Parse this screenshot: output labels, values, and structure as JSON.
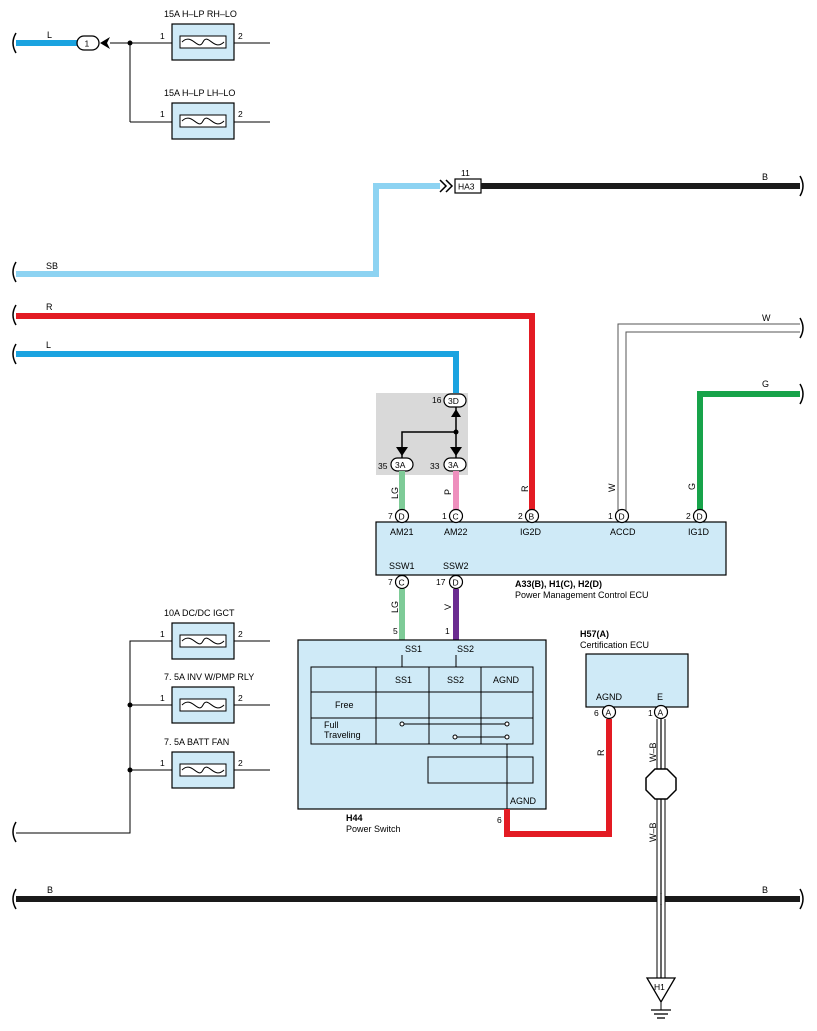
{
  "colors": {
    "L": "#1aa3e0",
    "SB": "#8dd3f2",
    "R": "#e31b23",
    "B": "#1a1a1a",
    "W": "#ffffff",
    "G": "#17a34a",
    "LG": "#7ecb97",
    "P": "#ee8fbd",
    "V": "#6b2c91",
    "box": "#cfeaf7",
    "relay_box": "#d9d9d9"
  },
  "wire_labels": {
    "l_top": "L",
    "sb": "SB",
    "b_top": "B",
    "r": "R",
    "l_mid": "L",
    "w": "W",
    "g": "G",
    "b_bottom_left": "B",
    "b_bottom_right": "B",
    "lg1": "LG",
    "p": "P",
    "r_vert": "R",
    "w_vert": "W",
    "g_vert": "G",
    "lg2": "LG",
    "v": "V",
    "r2": "R",
    "wb1": "W–B",
    "wb2": "W–B"
  },
  "fuses": [
    {
      "label": "15A H–LP RH–LO",
      "pin_in": "1",
      "pin_out": "2"
    },
    {
      "label": "15A H–LP LH–LO",
      "pin_in": "1",
      "pin_out": "2"
    },
    {
      "label": "10A DC/DC IGCT",
      "pin_in": "1",
      "pin_out": "2"
    },
    {
      "label": "7. 5A INV W/PMP RLY",
      "pin_in": "1",
      "pin_out": "2"
    },
    {
      "label": "7. 5A BATT FAN",
      "pin_in": "1",
      "pin_out": "2"
    }
  ],
  "junction_top": "1",
  "ha3": {
    "pin": "11",
    "name": "HA3"
  },
  "relay": {
    "top_pin": "16",
    "top_conn": "3D",
    "left_pin": "35",
    "left_conn": "3A",
    "right_pin": "33",
    "right_conn": "3A"
  },
  "ecu": {
    "terms_top": [
      {
        "pin": "7",
        "conn": "D",
        "name": "AM21"
      },
      {
        "pin": "1",
        "conn": "C",
        "name": "AM22"
      },
      {
        "pin": "2",
        "conn": "B",
        "name": "IG2D"
      },
      {
        "pin": "1",
        "conn": "D",
        "name": "ACCD"
      },
      {
        "pin": "2",
        "conn": "D",
        "name": "IG1D"
      }
    ],
    "terms_bottom": [
      {
        "pin": "7",
        "conn": "C",
        "name": "SSW1"
      },
      {
        "pin": "17",
        "conn": "D",
        "name": "SSW2"
      }
    ],
    "code": "A33(B), H1(C), H2(D)",
    "name": "Power Management Control ECU"
  },
  "power_switch": {
    "pin_ss1": "5",
    "pin_ss2": "1",
    "ss1": "SS1",
    "ss2": "SS2",
    "table_headers": [
      "SS1",
      "SS2",
      "AGND"
    ],
    "row_free": "Free",
    "row_full": "Full\nTraveling",
    "agnd": "AGND",
    "pin_agnd": "6",
    "code": "H44",
    "name": "Power Switch"
  },
  "cert_ecu": {
    "code": "H57(A)",
    "name": "Certification ECU",
    "agnd": "AGND",
    "e": "E",
    "pin_agnd": "6",
    "conn_agnd": "A",
    "pin_e": "1",
    "conn_e": "A"
  },
  "ground": {
    "name": "H1"
  }
}
